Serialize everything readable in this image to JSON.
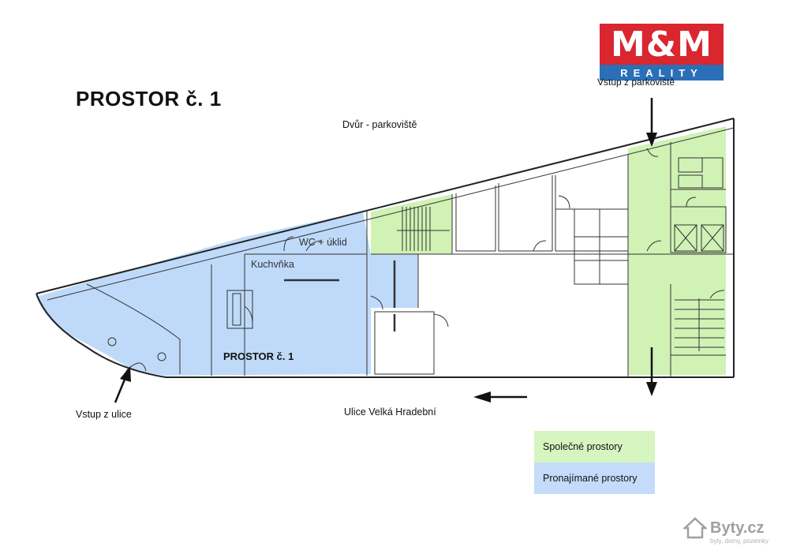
{
  "title": "PROSTOR č. 1",
  "logo": {
    "top": "M&M",
    "bottom": "REALITY",
    "brand_red": "#d9262f",
    "brand_blue": "#2a6fb8"
  },
  "labels": {
    "courtyard": "Dvůr - parkoviště",
    "entrance_parking": "Vstup z parkoviště",
    "entrance_street": "Vstup z ulice",
    "street": "Ulice Velká Hradební",
    "wc": "WC + úklid",
    "kitchen": "Kuchvňka",
    "space_inner": "PROSTOR č. 1"
  },
  "legend": [
    {
      "label": "Společné prostory",
      "color": "#d6f5c0"
    },
    {
      "label": "Pronajímané prostory",
      "color": "#c4dcfa"
    }
  ],
  "colors": {
    "shared": "#c8f0a8",
    "rented": "#a9cdf7",
    "wall": "#222222"
  },
  "watermark": {
    "brand": "Byty.cz",
    "tagline": "byty, domy, pozemky",
    "icon": "house-icon"
  }
}
